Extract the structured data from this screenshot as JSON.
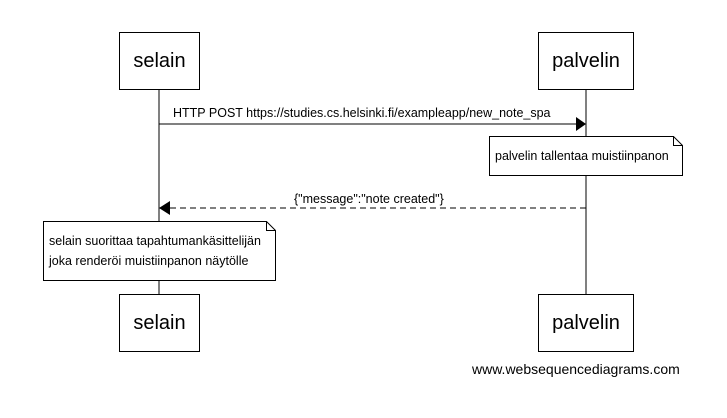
{
  "participants": {
    "browser": "selain",
    "server": "palvelin"
  },
  "messages": {
    "request": "HTTP POST https://studies.cs.helsinki.fi/exampleapp/new_note_spa",
    "response": "{\"message\":\"note created\"}"
  },
  "notes": {
    "server_note": "palvelin tallentaa muistiinpanon",
    "browser_note_line1": "selain suorittaa tapahtumankäsittelijän",
    "browser_note_line2": "joka renderöi muistiinpanon näytölle"
  },
  "footer": "www.websequencediagrams.com",
  "colors": {
    "line": "#000000",
    "box_fill": "#ffffff"
  }
}
